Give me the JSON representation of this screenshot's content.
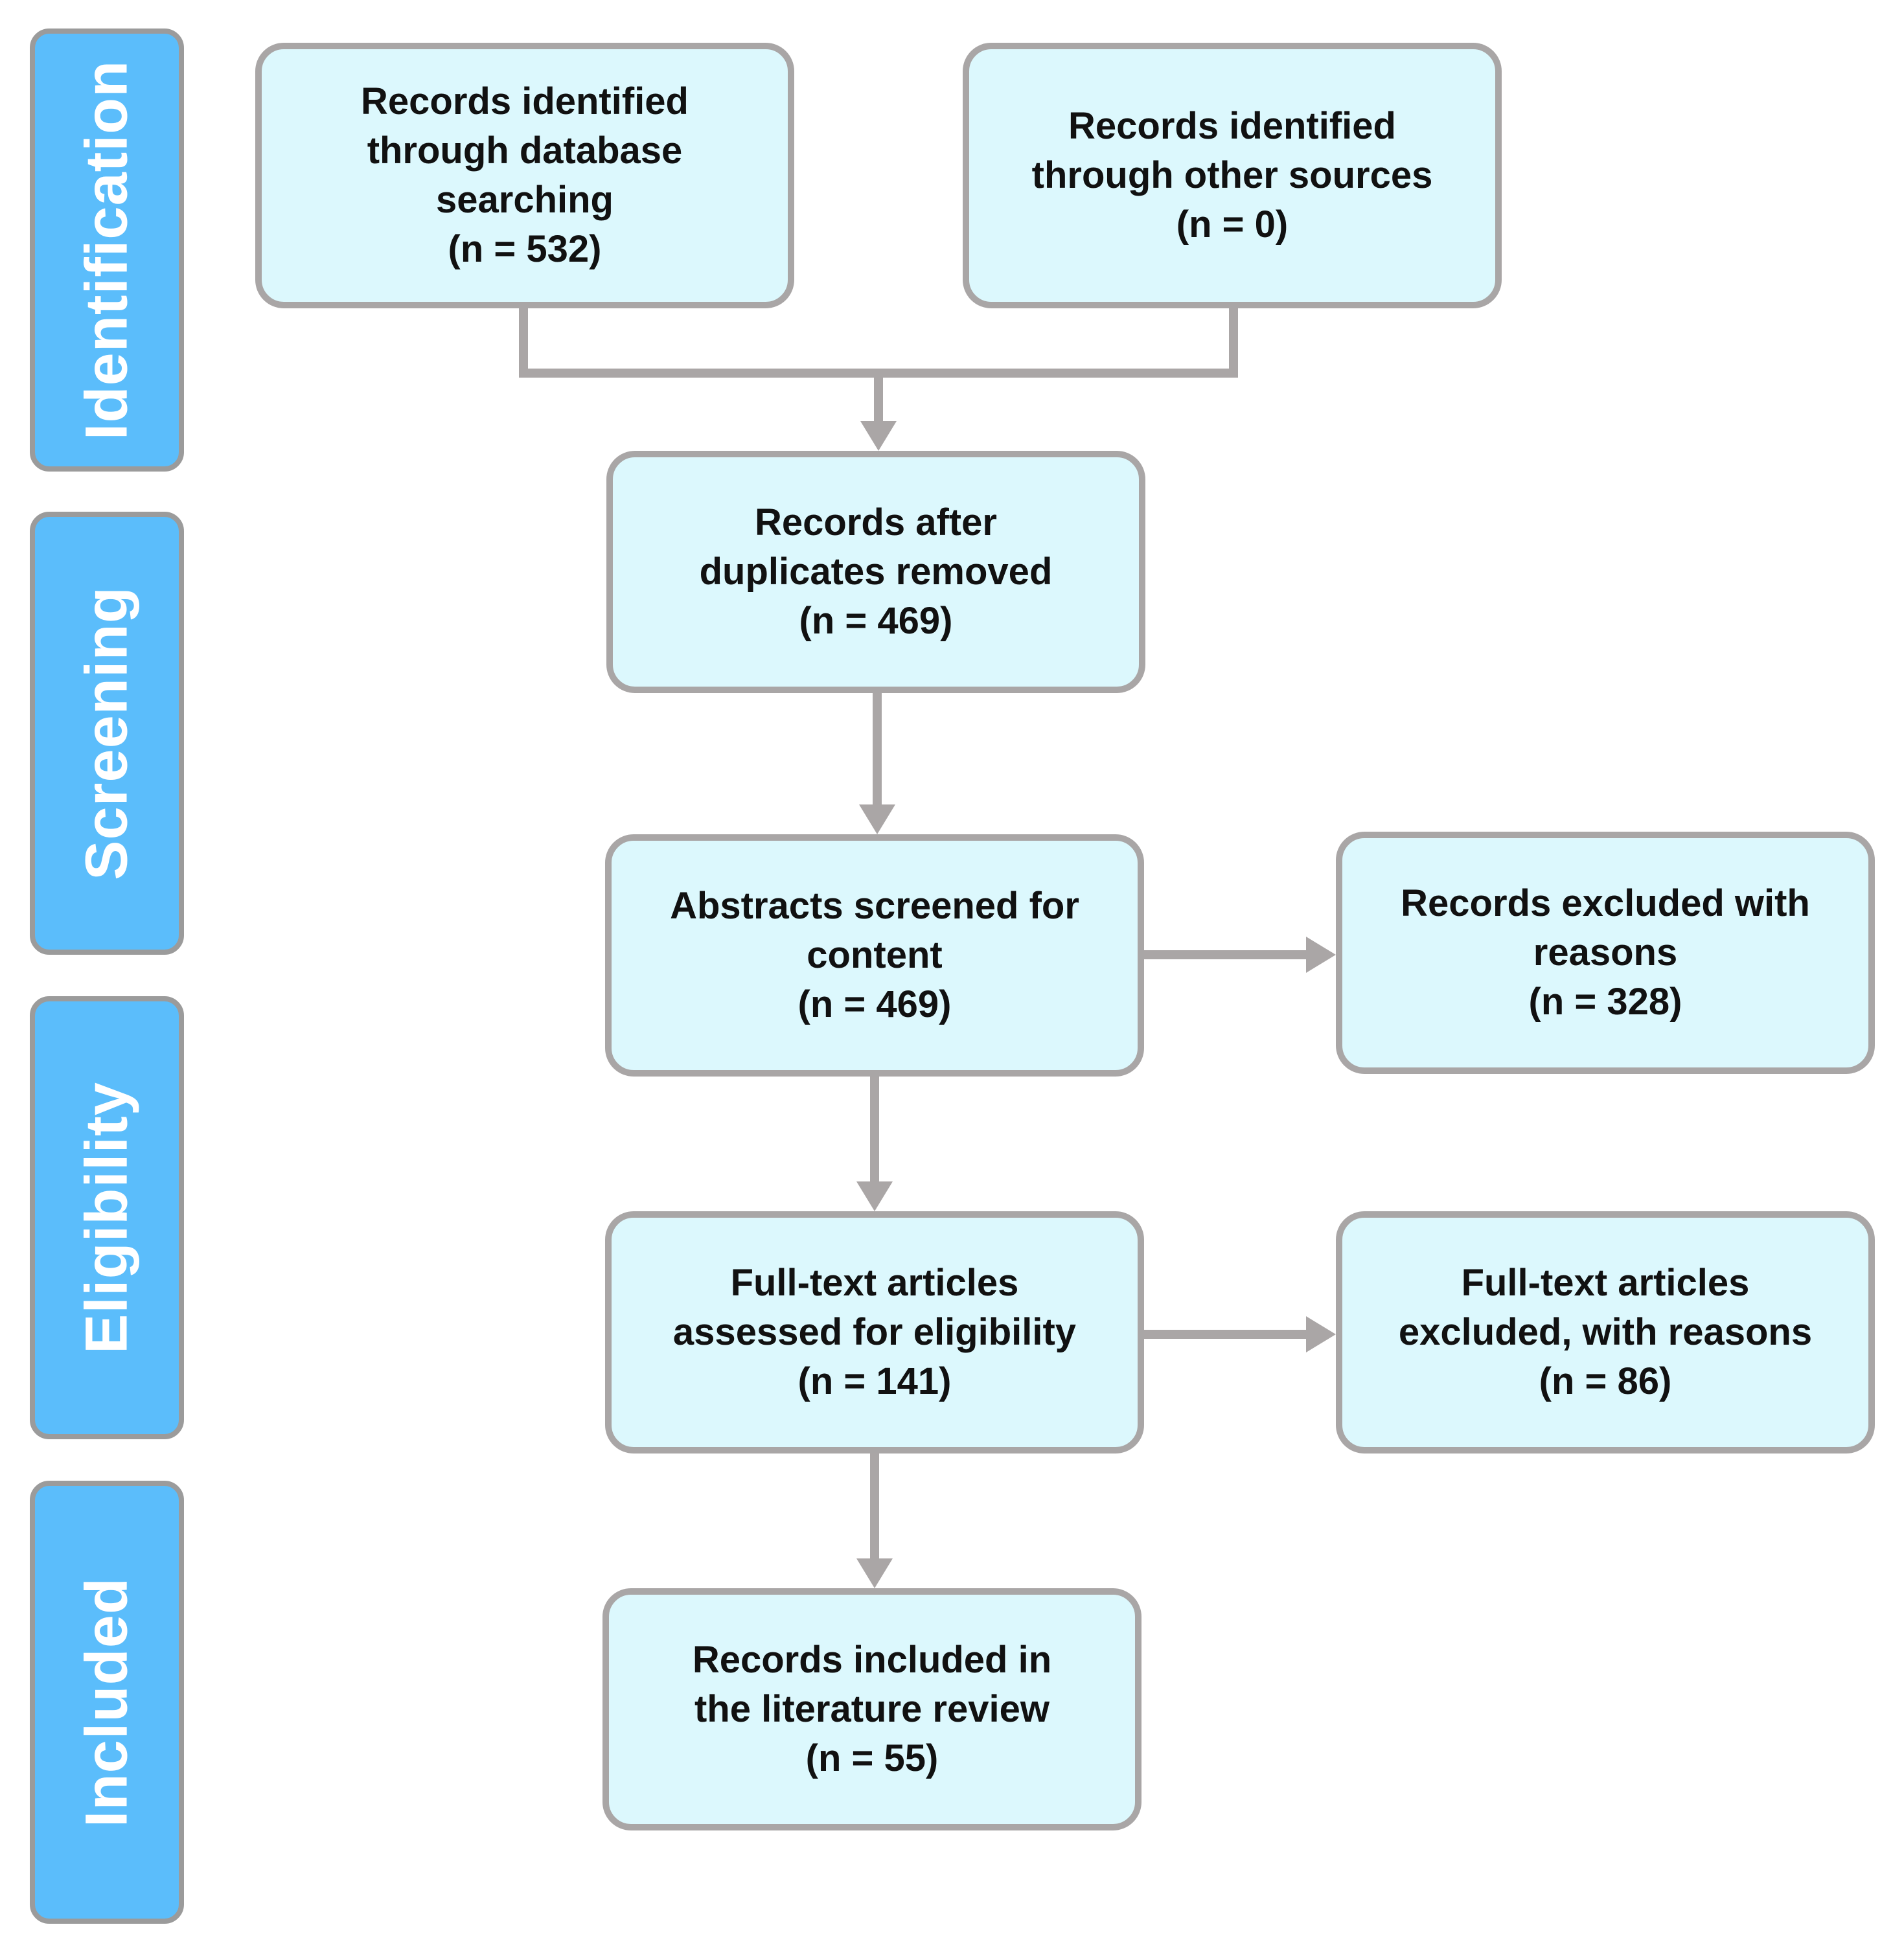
{
  "phases": [
    {
      "label": "Identification"
    },
    {
      "label": "Screening"
    },
    {
      "label": "Eligibility"
    },
    {
      "label": "Included"
    }
  ],
  "boxes": {
    "database": {
      "lines": [
        "Records identified",
        "through database",
        "searching",
        "(n = 532)"
      ]
    },
    "other": {
      "lines": [
        "Records identified",
        "through other sources",
        "(n = 0)"
      ]
    },
    "dedup": {
      "lines": [
        "Records after",
        "duplicates removed",
        "(n = 469)"
      ]
    },
    "abstracts": {
      "lines": [
        "Abstracts screened for",
        "content",
        "(n = 469)"
      ]
    },
    "excluded_records": {
      "lines": [
        "Records excluded with",
        "reasons",
        "(n = 328)"
      ]
    },
    "fulltext": {
      "lines": [
        "Full-text articles",
        "assessed for eligibility",
        "(n = 141)"
      ]
    },
    "excluded_fulltext": {
      "lines": [
        "Full-text articles",
        "excluded, with reasons",
        "(n = 86)"
      ]
    },
    "included": {
      "lines": [
        "Records included in",
        "the literature review",
        "(n = 55)"
      ]
    }
  },
  "colors": {
    "phase_fill": "#5bbdfb",
    "box_fill": "#dcf8fd",
    "border": "#a9a6a6",
    "connector": "#aaa6a6"
  }
}
